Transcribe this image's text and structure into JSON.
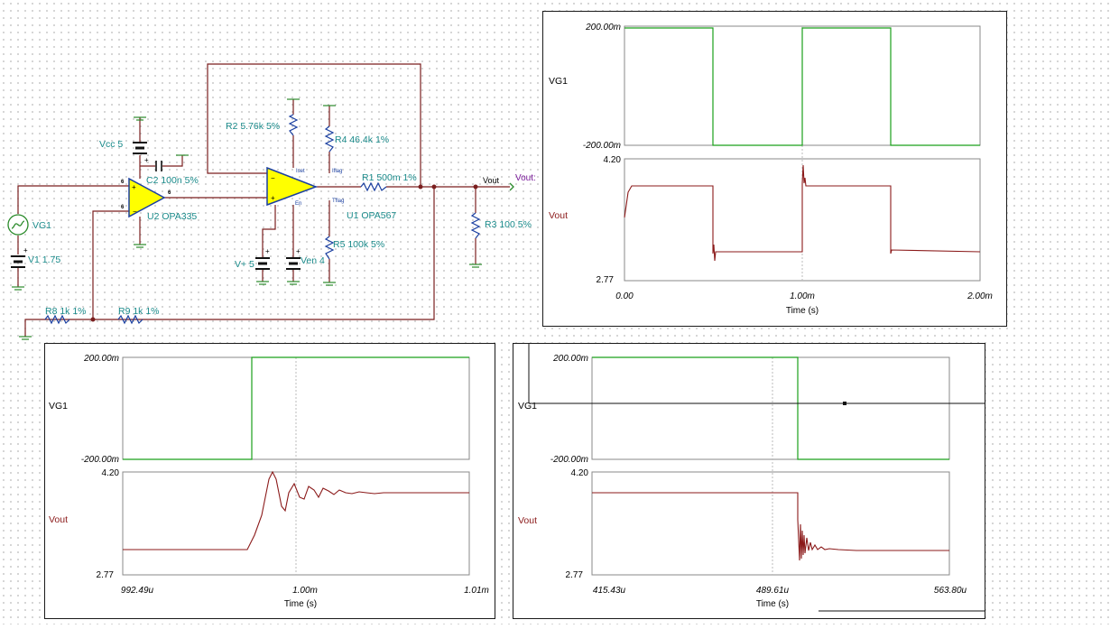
{
  "schematic": {
    "components": {
      "vcc": "Vcc 5",
      "c2": "C2 100n 5%",
      "u2": "U2 OPA335",
      "vg1": "VG1",
      "v1": "V1 1.75",
      "r2": "R2 5.76k 5%",
      "r4": "R4 46.4k 1%",
      "r1": "R1 500m 1%",
      "u1": "U1 OPA567",
      "r5": "R5 100k 5%",
      "vplus": "V+ 5",
      "ven": "Ven 4",
      "r3": "R3 100 5%",
      "r8": "R8 1k 1%",
      "r9": "R9 1k 1%",
      "vout_net": "Vout",
      "vout_port": "Vout:"
    },
    "pins": {
      "u2_in_top": "6",
      "u2_in_bot": "6",
      "u2_out": "6",
      "u1_iset": "Iset",
      "u1_iflag": "Iflag",
      "u1_tflag": "Tflag",
      "u1_en": "En"
    }
  },
  "panels": {
    "main": {
      "signal_top": "VG1",
      "signal_bottom": "Vout",
      "y_top_max": "200.00m",
      "y_top_min": "-200.00m",
      "y_bot_max": "4.20",
      "y_bot_min": "2.77",
      "x_ticks": [
        "0.00",
        "1.00m",
        "2.00m"
      ],
      "xlabel": "Time (s)"
    },
    "zoom1": {
      "signal_top": "VG1",
      "signal_bottom": "Vout",
      "y_top_max": "200.00m",
      "y_top_min": "-200.00m",
      "y_bot_max": "4.20",
      "y_bot_min": "2.77",
      "x_ticks": [
        "992.49u",
        "1.00m",
        "1.01m"
      ],
      "xlabel": "Time (s)"
    },
    "zoom2": {
      "signal_top": "VG1",
      "signal_bottom": "Vout",
      "y_top_max": "200.00m",
      "y_top_min": "-200.00m",
      "y_bot_max": "4.20",
      "y_bot_min": "2.77",
      "x_ticks": [
        "415.43u",
        "489.61u",
        "563.80u"
      ],
      "xlabel": "Time (s)"
    }
  },
  "colors": {
    "vg1_trace": "#1aa01a",
    "vout_trace": "#8b1a1a",
    "wire": "#7a1f1f",
    "opamp_fill": "#ffff00",
    "opamp_stroke": "#1a3fa0",
    "label": "#1a8a8a",
    "port": "#7a1a9a"
  }
}
